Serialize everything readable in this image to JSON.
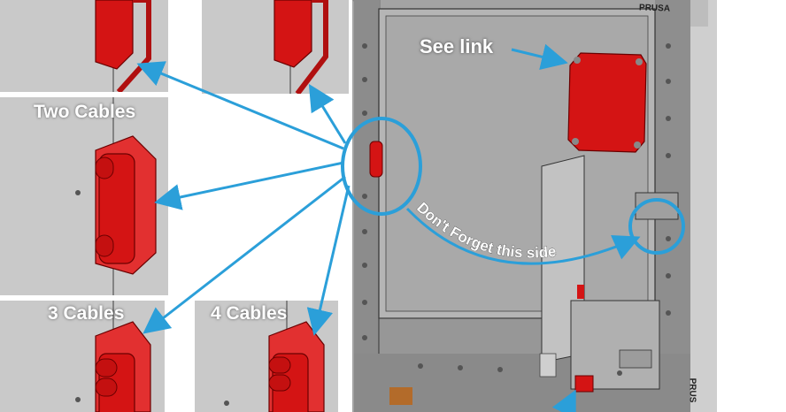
{
  "labels": {
    "two_cables": "Two Cables",
    "three_cables": "3 Cables",
    "four_cables": "4 Cables",
    "see_link": "See link",
    "dont_forget": "Don't Forget this side",
    "brand_top": "PRUSA",
    "brand_bottom": "PRUS"
  },
  "colors": {
    "grommet_red": "#d41414",
    "callout_blue": "#2b9fd9",
    "panel_grey": "#c9c9c9"
  },
  "icons": [
    "cable-grommet-icon",
    "mount-plate-icon",
    "arrow-icon"
  ]
}
